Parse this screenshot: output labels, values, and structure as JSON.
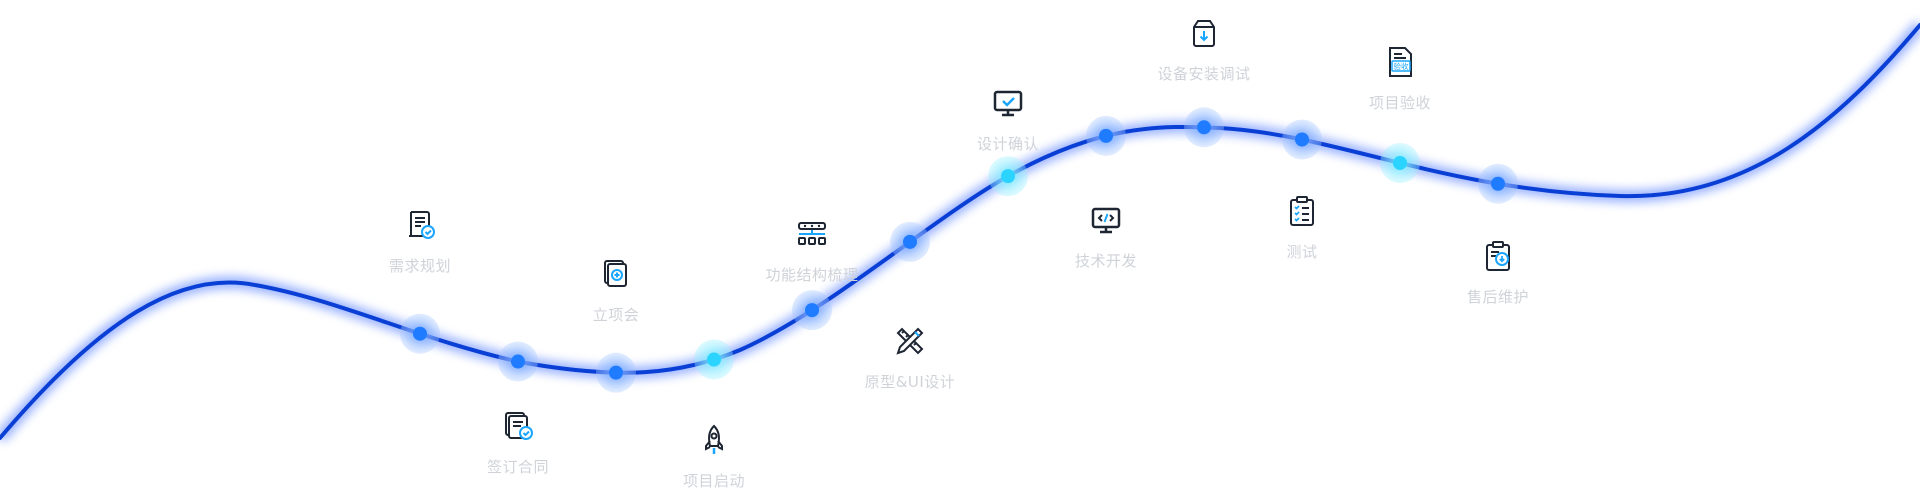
{
  "colors": {
    "curve": "#0a3fd6",
    "curve_glow": "#3d6cff",
    "node_core": "#1f7bff",
    "node_halo": "#9cc0ff",
    "node_highlight": "#2bd4ff",
    "icon_dark": "#1e2633",
    "icon_accent": "#1aa6ff",
    "label": "#cfd3d8"
  },
  "steps": [
    {
      "label": "需求规划",
      "icon": "document-check-icon",
      "side": "above",
      "highlight": false
    },
    {
      "label": "签订合同",
      "icon": "stacked-contract-check-icon",
      "side": "below",
      "highlight": false
    },
    {
      "label": "立项会",
      "icon": "stacked-document-plus-icon",
      "side": "above",
      "highlight": false
    },
    {
      "label": "项目启动",
      "icon": "rocket-icon",
      "side": "below",
      "highlight": true
    },
    {
      "label": "功能结构梳理",
      "icon": "structure-icon",
      "side": "above",
      "highlight": false
    },
    {
      "label": "原型&UI设计",
      "icon": "ruler-pencil-icon",
      "side": "below",
      "highlight": false
    },
    {
      "label": "设计确认",
      "icon": "monitor-check-icon",
      "side": "above",
      "highlight": true
    },
    {
      "label": "技术开发",
      "icon": "monitor-code-icon",
      "side": "below",
      "highlight": false
    },
    {
      "label": "设备安装调试",
      "icon": "box-download-icon",
      "side": "above",
      "highlight": false
    },
    {
      "label": "测试",
      "icon": "clipboard-checklist-icon",
      "side": "below",
      "highlight": false
    },
    {
      "label": "项目验收",
      "icon": "acceptance-document-icon",
      "side": "above",
      "highlight": true
    },
    {
      "label": "售后维护",
      "icon": "clipboard-download-icon",
      "side": "below",
      "highlight": false
    }
  ],
  "icon_texts": {
    "acceptance": "验收"
  }
}
